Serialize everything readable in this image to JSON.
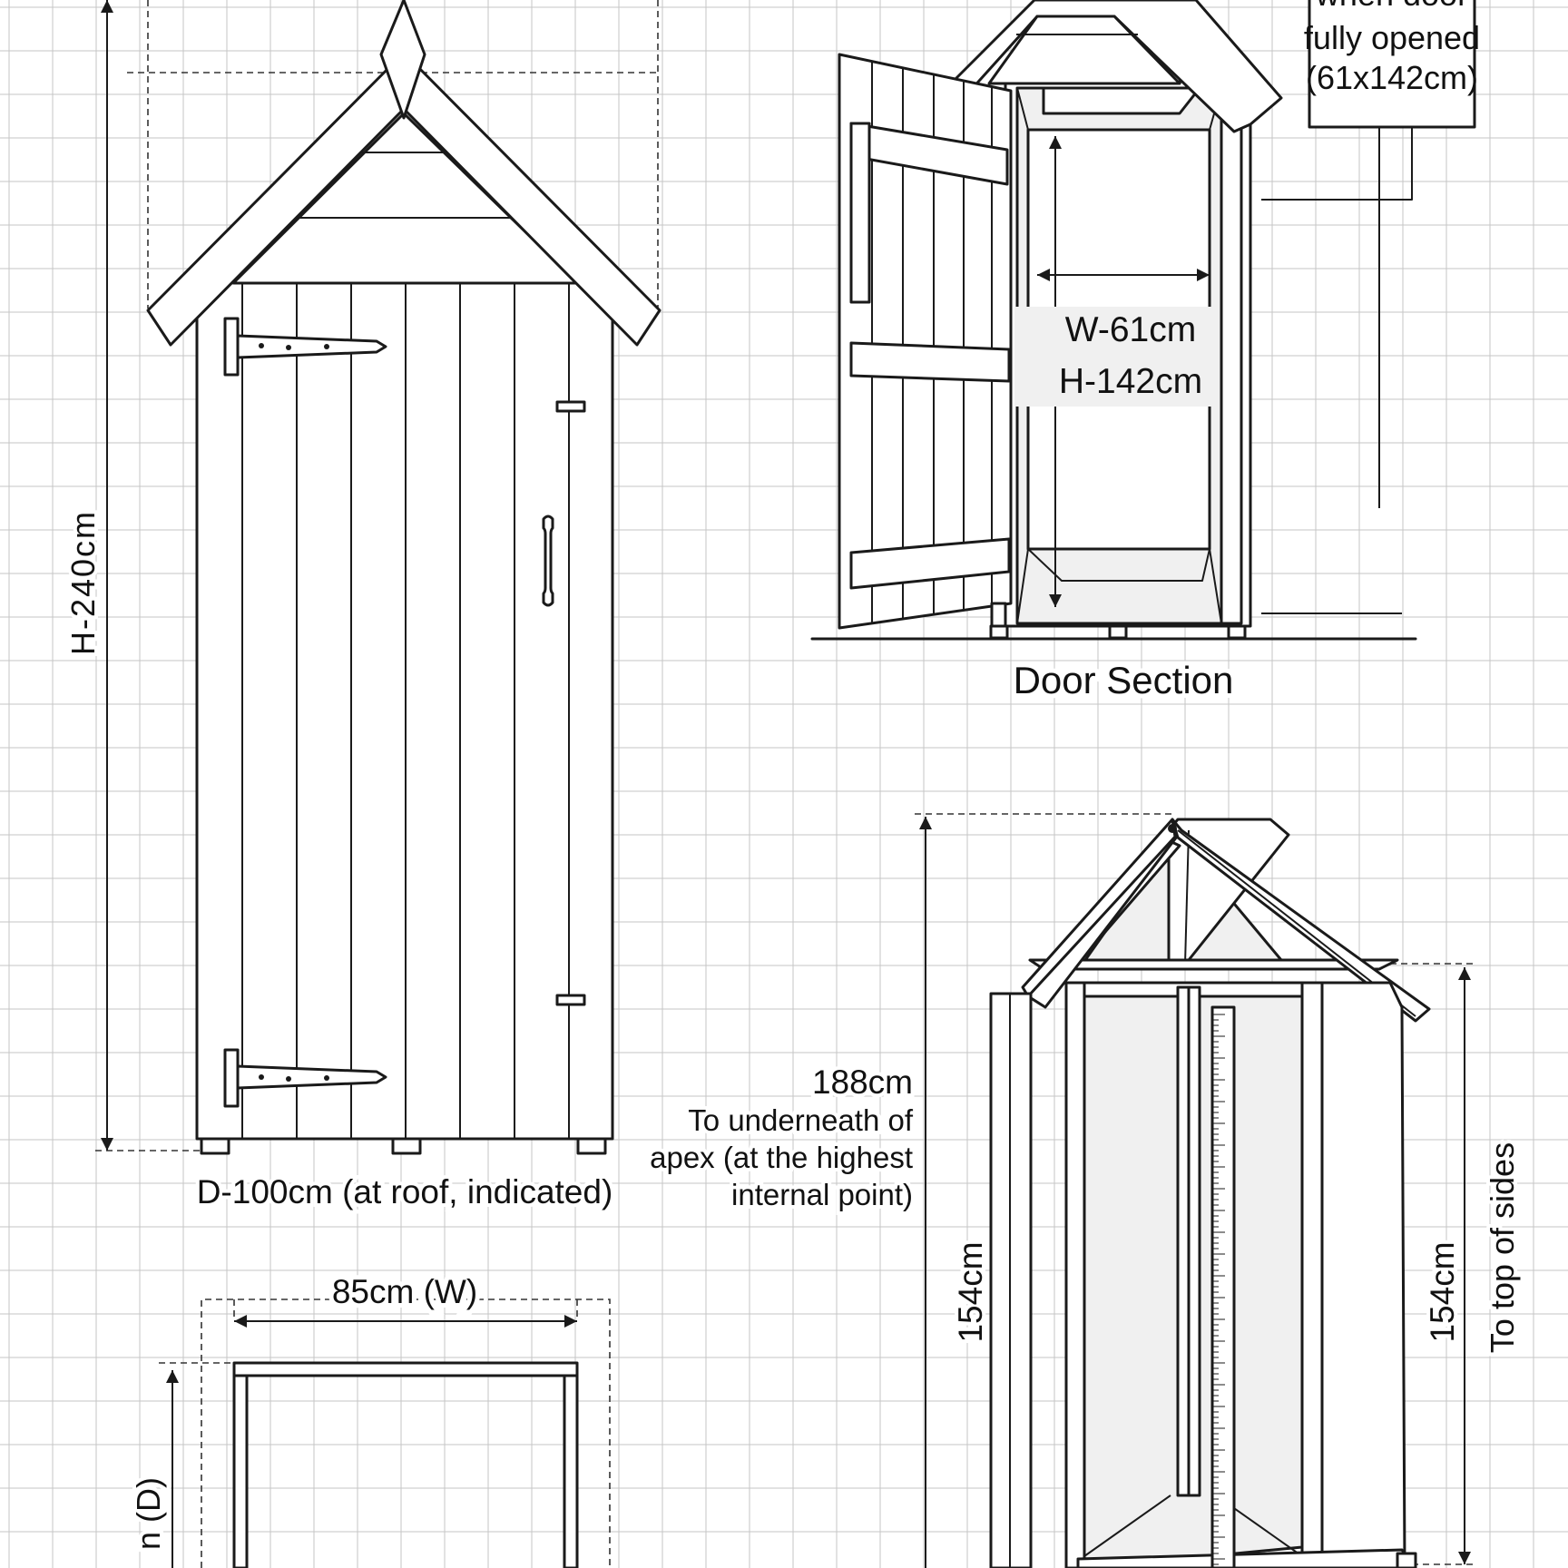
{
  "front_view": {
    "height_label": "H-240cm",
    "depth_label": "D-100cm (at roof, indicated)"
  },
  "door_section": {
    "callout_partial": "when door",
    "callout_line2": "fully opened",
    "callout_line3": "(61x142cm)",
    "width_label": "W-61cm",
    "height_label": "H-142cm",
    "caption": "Door Section"
  },
  "plan_view": {
    "width_label": "85cm (W)",
    "depth_label_partial": "n (D)"
  },
  "interior_view": {
    "apex_value": "188cm",
    "apex_line1": "To underneath of",
    "apex_line2": "apex (at the highest",
    "apex_line3": "internal point)",
    "left_height": "154cm",
    "right_height": "154cm",
    "right_note": "To top of sides"
  },
  "colors": {
    "line": "#1a1a1a",
    "grid": "#c6c6c6",
    "background": "#ffffff"
  }
}
